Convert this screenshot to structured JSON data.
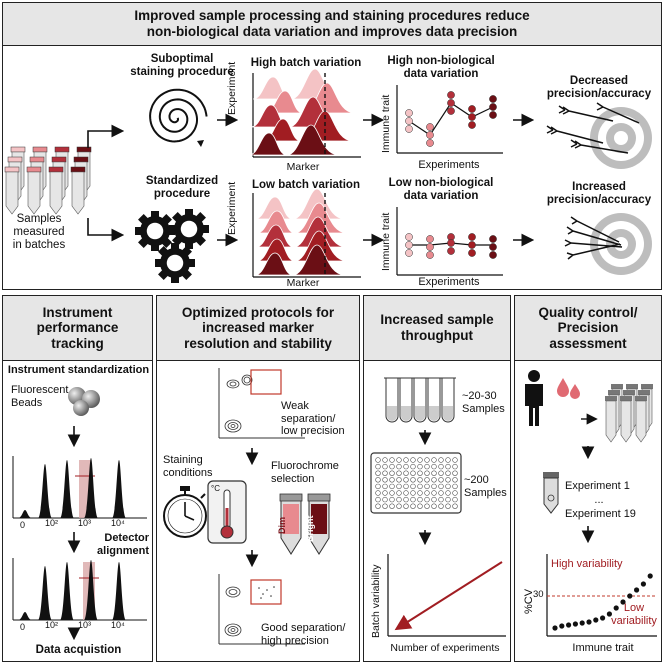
{
  "top": {
    "title_lines": [
      "Improved sample processing and staining procedures reduce",
      "non-biological data variation and improves data precision"
    ],
    "samples_label_lines": [
      "Samples",
      "measured",
      "in batches"
    ],
    "row1": {
      "procedure_lines": [
        "Suboptimal",
        "staining procedure"
      ],
      "batch_label": "High batch variation",
      "variation_lines": [
        "High non-biological",
        "data variation"
      ],
      "outcome_lines": [
        "Decreased",
        "precision/accuracy"
      ],
      "y_label": "Experiment",
      "x_label": "Marker",
      "trait_y_label": "Immune trait",
      "trait_x_label": "Experiments"
    },
    "row2": {
      "procedure_lines": [
        "Standardized",
        "procedure"
      ],
      "batch_label": "Low batch variation",
      "variation_lines": [
        "Low non-biological",
        "data variation"
      ],
      "outcome_lines": [
        "Increased",
        "precision/accuracy"
      ],
      "y_label": "Experiment",
      "x_label": "Marker",
      "trait_y_label": "Immune trait",
      "trait_x_label": "Experiments"
    }
  },
  "panel_instrument": {
    "title_lines": [
      "Instrument",
      "performance",
      "tracking"
    ],
    "standardization": "Instrument standardization",
    "beads_lines": [
      "Fluorescent",
      "Beads"
    ],
    "ticks": [
      "0",
      "10²",
      "10³",
      "10⁴"
    ],
    "detector_lines": [
      "Detector",
      "alignment"
    ],
    "data_acquisition": "Data acquistion"
  },
  "panel_protocols": {
    "title_lines": [
      "Optimized protocols for",
      "increased marker",
      "resolution and stability"
    ],
    "weak_lines": [
      "Weak separation/",
      "low precision"
    ],
    "staining_lines": [
      "Staining",
      "conditions"
    ],
    "thermo_unit": "°C",
    "fluorochrome_lines": [
      "Fluorochrome",
      "selection"
    ],
    "tube_dim": "Dim",
    "tube_bright": "Bright",
    "good_lines": [
      "Good separation/",
      "high precision"
    ]
  },
  "panel_throughput": {
    "title_lines": [
      "Increased sample",
      "throughput"
    ],
    "tubes_lines": [
      "~20-30",
      "Samples"
    ],
    "plate_lines": [
      "~200",
      "Samples"
    ],
    "y_label": "Batch variability",
    "x_label": "Number of experiments"
  },
  "panel_qc": {
    "title_lines": [
      "Quality control/",
      "Precision",
      "assessment"
    ],
    "experiment_first": "Experiment 1",
    "ellipsis": "...",
    "experiment_last": "Experiment 19",
    "high_label": "High variability",
    "low_lines": [
      "Low",
      "variability"
    ],
    "threshold_label": "30",
    "y_label": "%CV",
    "x_label": "Immune trait"
  },
  "colors": {
    "dark_red": "#6b0f15",
    "mid_red": "#b3303b",
    "light_red": "#e88a8f",
    "pale_red": "#f4c3c5",
    "accent_red": "#a11d22",
    "header_gray": "#e6e6e6",
    "target_gray": "#bdbdbd"
  }
}
